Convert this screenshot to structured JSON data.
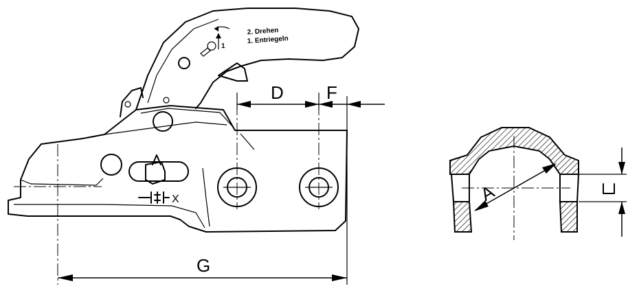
{
  "dimensions": {
    "d_label": "D",
    "f_label": "F",
    "g_label": "G",
    "a_label": "A"
  },
  "handle_instructions": {
    "line1": "2. Drehen",
    "line2": "1. Entriegeln",
    "step_number": "1"
  },
  "wear_indicator": {
    "label": "X"
  }
}
